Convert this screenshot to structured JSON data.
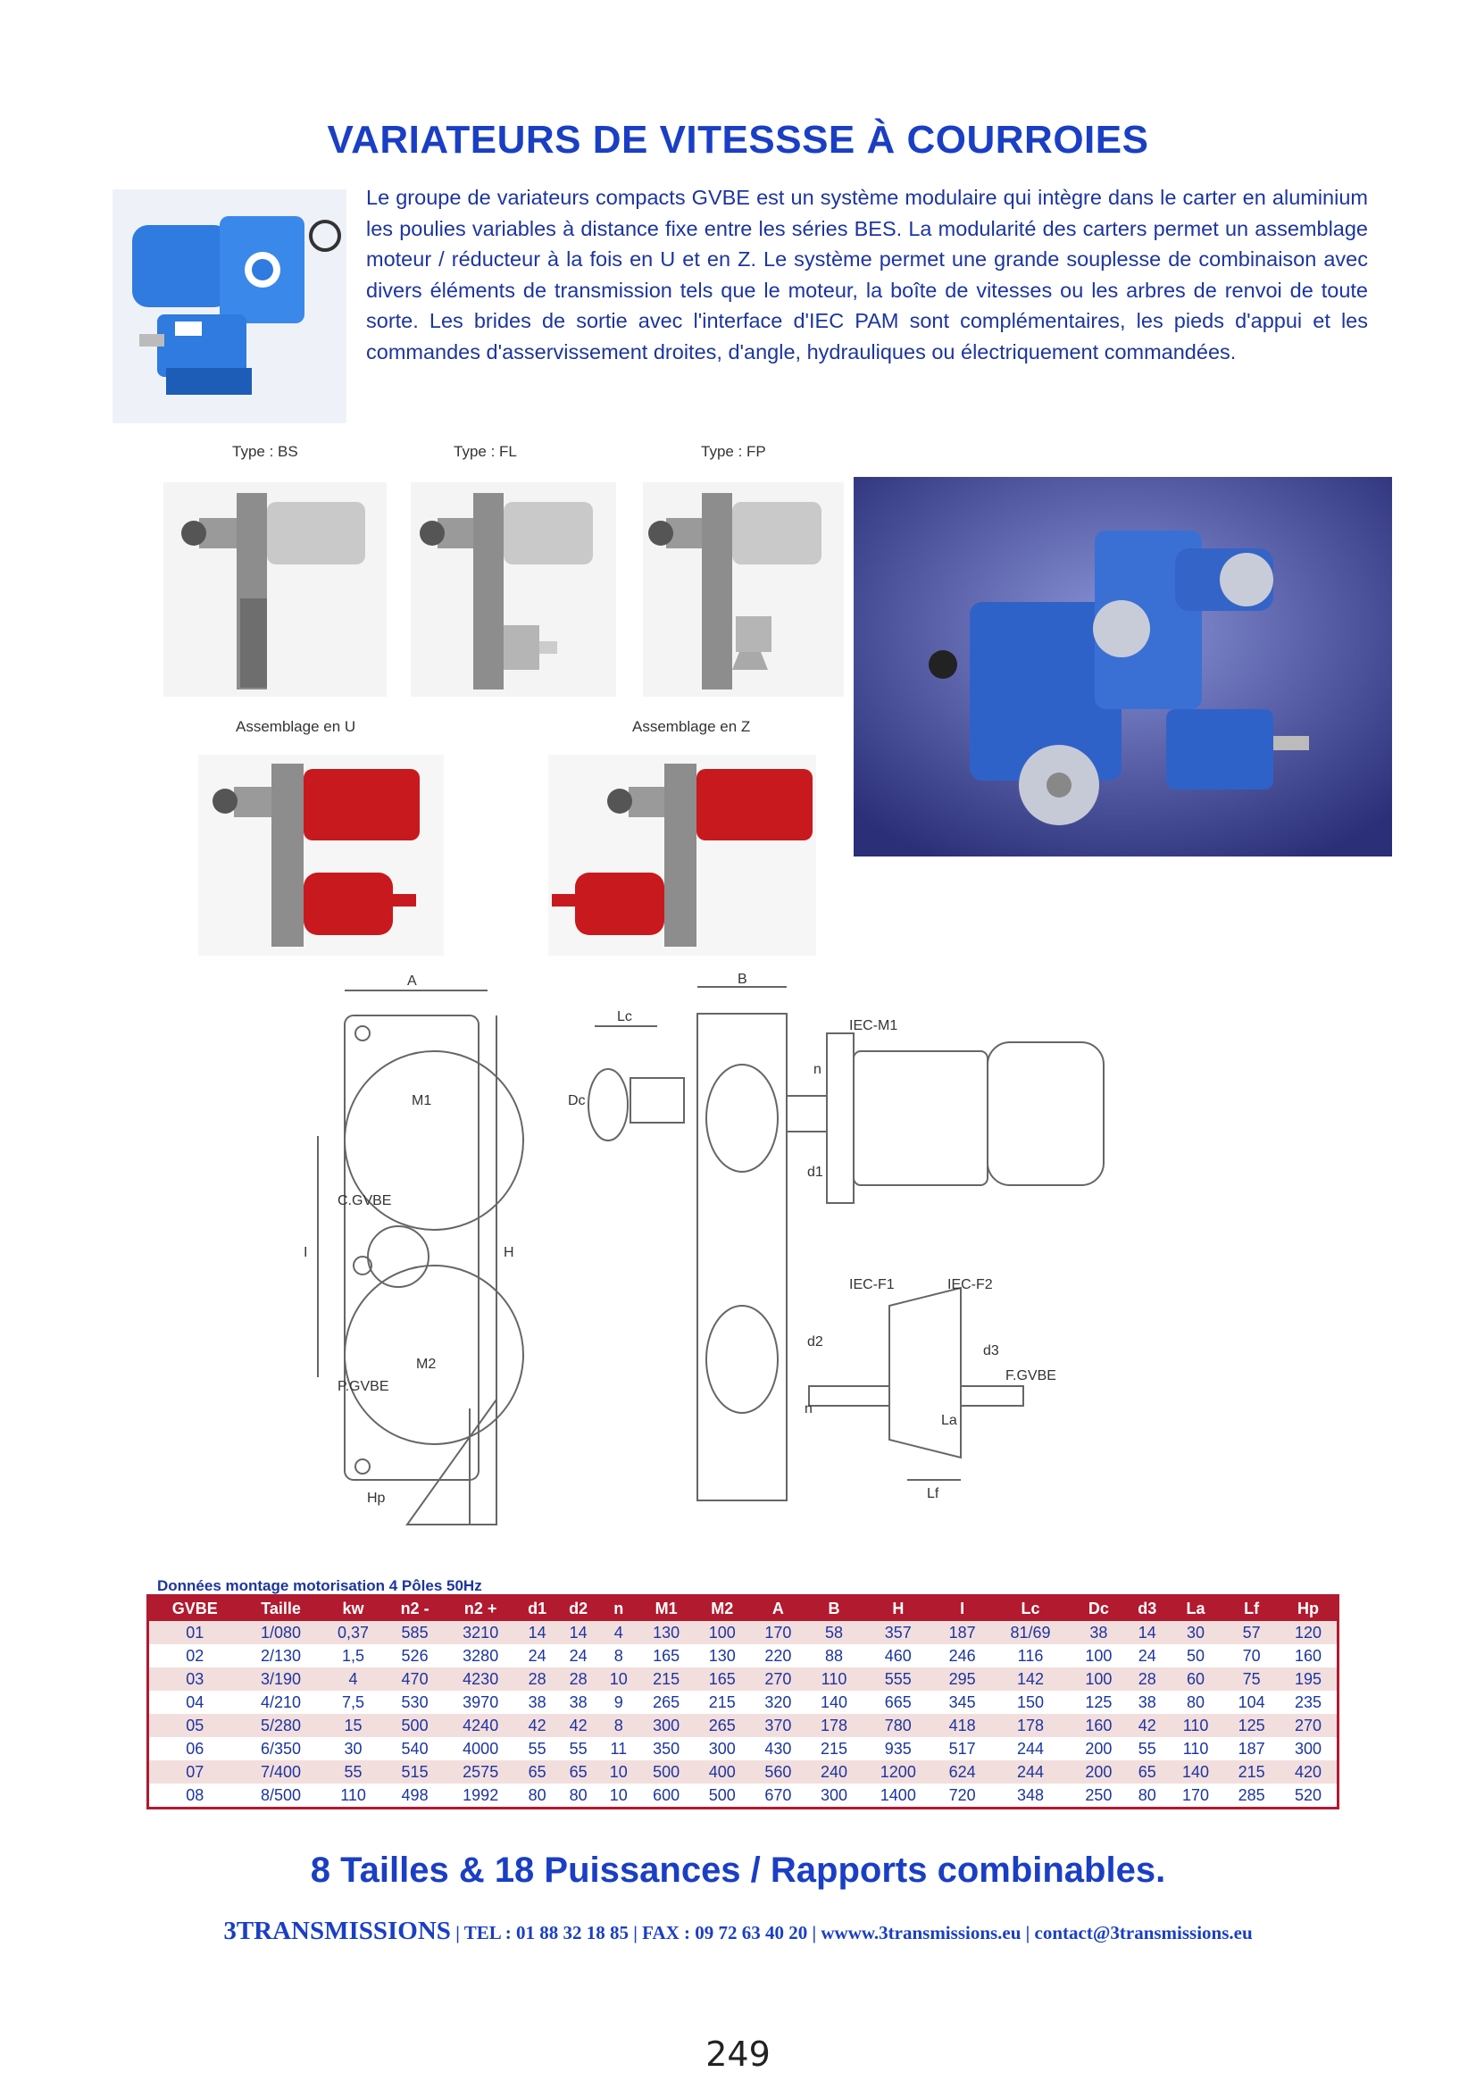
{
  "title": "VARIATEURS DE VITESSSE À COURROIES",
  "intro": "Le groupe de variateurs compacts GVBE est un système modulaire qui intègre dans le carter en aluminium les poulies variables à distance fixe entre les séries BES.  La modularité des carters permet un assemblage moteur / réducteur à la fois en U et en Z. Le système permet une grande souplesse de combinaison avec divers éléments de transmission tels que le moteur, la boîte de vitesses ou les arbres de renvoi de toute sorte. Les brides de sortie avec l'interface d'IEC PAM sont complémentaires, les pieds d'appui et les commandes d'asservissement droites, d'angle, hydrauliques ou électriquement commandées.",
  "types": {
    "bs": "Type : BS",
    "fl": "Type : FL",
    "fp": "Type : FP",
    "assembly_u": "Assemblage en U",
    "assembly_z": "Assemblage en Z"
  },
  "diagram": {
    "a": "A",
    "b": "B",
    "lc": "Lc",
    "dc": "Dc",
    "n": "n",
    "n2": "n",
    "m1": "M1",
    "m2": "M2",
    "d1": "d1",
    "d2": "d2",
    "d3": "d3",
    "c_gvbe": "C.GVBE",
    "p_gvbe": "P.GVBE",
    "f_gvbe": "F.GVBE",
    "h": "H",
    "i": "I",
    "hp": "Hp",
    "la": "La",
    "lf": "Lf",
    "iec_m1": "IEC-M1",
    "iec_f1": "IEC-F1",
    "iec_f2": "IEC-F2"
  },
  "table": {
    "caption": "Données montage motorisation 4 Pôles 50Hz",
    "headers": [
      "GVBE",
      "Taille",
      "kw",
      "n2 -",
      "n2 +",
      "d1",
      "d2",
      "n",
      "M1",
      "M2",
      "A",
      "B",
      "H",
      "I",
      "Lc",
      "Dc",
      "d3",
      "La",
      "Lf",
      "Hp"
    ],
    "rows": [
      [
        "01",
        "1/080",
        "0,37",
        "585",
        "3210",
        "14",
        "14",
        "4",
        "130",
        "100",
        "170",
        "58",
        "357",
        "187",
        "81/69",
        "38",
        "14",
        "30",
        "57",
        "120"
      ],
      [
        "02",
        "2/130",
        "1,5",
        "526",
        "3280",
        "24",
        "24",
        "8",
        "165",
        "130",
        "220",
        "88",
        "460",
        "246",
        "116",
        "100",
        "24",
        "50",
        "70",
        "160"
      ],
      [
        "03",
        "3/190",
        "4",
        "470",
        "4230",
        "28",
        "28",
        "10",
        "215",
        "165",
        "270",
        "110",
        "555",
        "295",
        "142",
        "100",
        "28",
        "60",
        "75",
        "195"
      ],
      [
        "04",
        "4/210",
        "7,5",
        "530",
        "3970",
        "38",
        "38",
        "9",
        "265",
        "215",
        "320",
        "140",
        "665",
        "345",
        "150",
        "125",
        "38",
        "80",
        "104",
        "235"
      ],
      [
        "05",
        "5/280",
        "15",
        "500",
        "4240",
        "42",
        "42",
        "8",
        "300",
        "265",
        "370",
        "178",
        "780",
        "418",
        "178",
        "160",
        "42",
        "110",
        "125",
        "270"
      ],
      [
        "06",
        "6/350",
        "30",
        "540",
        "4000",
        "55",
        "55",
        "11",
        "350",
        "300",
        "430",
        "215",
        "935",
        "517",
        "244",
        "200",
        "55",
        "110",
        "187",
        "300"
      ],
      [
        "07",
        "7/400",
        "55",
        "515",
        "2575",
        "65",
        "65",
        "10",
        "500",
        "400",
        "560",
        "240",
        "1200",
        "624",
        "244",
        "200",
        "65",
        "140",
        "215",
        "420"
      ],
      [
        "08",
        "8/500",
        "110",
        "498",
        "1992",
        "80",
        "80",
        "10",
        "600",
        "500",
        "670",
        "300",
        "1400",
        "720",
        "348",
        "250",
        "80",
        "170",
        "285",
        "520"
      ]
    ]
  },
  "slogan": "8 Tailles & 18 Puissances / Rapports combinables.",
  "footer": {
    "brand": "3TRANSMISSIONS",
    "details": " | TEL : 01 88 32 18 85 | FAX : 09 72 63 40 20 | wwww.3transmissions.eu | contact@3transmissions.eu"
  },
  "page_number": "249",
  "colors": {
    "title_blue": "#1a3fc4",
    "table_red": "#b11a2f",
    "motor_red": "#c8191e",
    "motor_blue": "#2a6fd0"
  }
}
